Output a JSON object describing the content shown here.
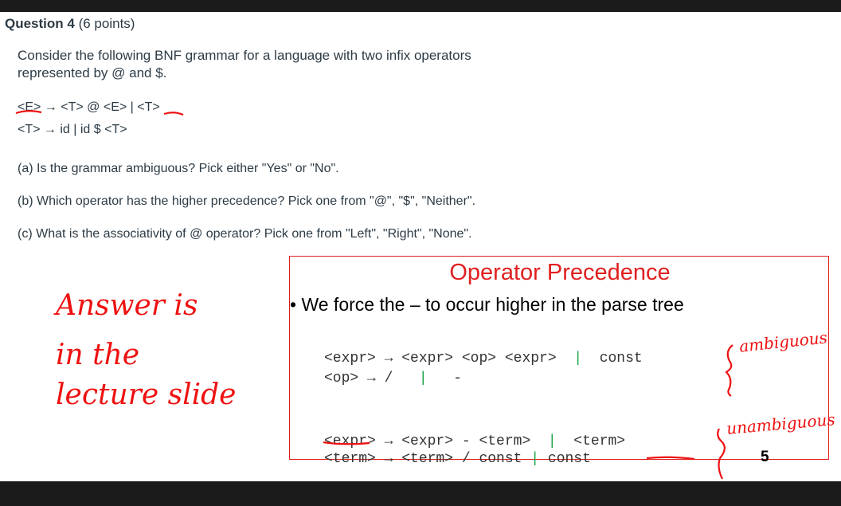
{
  "question": {
    "title": "Question 4",
    "points": "(6 points)",
    "intro_line1": "Consider the following BNF grammar for a language with two infix operators",
    "intro_line2": "represented by @ and $.",
    "grammar_line1": "<E> → <T> @ <E> | <T>",
    "grammar_line2": "<T> → id | id $ <T>",
    "part_a": "(a)  Is the grammar ambiguous?  Pick either \"Yes\" or \"No\".",
    "part_b": "(b)  Which operator has the higher precedence?  Pick one from \"@\", \"$\", \"Neither\".",
    "part_c": "(c)  What is the associativity of @ operator?  Pick one from \"Left\", \"Right\", \"None\"."
  },
  "slide": {
    "title": "Operator Precedence",
    "bullet": "We force the – to occur higher in the parse tree",
    "ambiguous": {
      "line1_lhs": "<expr>",
      "line1_rhs": "→ <expr> <op> <expr>",
      "line1_sep": "|",
      "line1_alt": "const",
      "line2_lhs": "<op>",
      "line2_rhs": "→ /",
      "line2_sep": "|",
      "line2_alt": "-"
    },
    "unambiguous": {
      "line1_lhs": "<expr>",
      "line1_rhs": "→ <expr> - <term>",
      "line1_sep": "|",
      "line1_alt": "<term>",
      "line2_lhs": "<term>",
      "line2_rhs": "→ <term> / const",
      "line2_sep": "|",
      "line2_alt": "const"
    },
    "page_number": "5"
  },
  "annotations": {
    "answer_line1": "Answer is",
    "answer_line2": "in the",
    "answer_line3": "lecture slide",
    "ambiguous_note": "ambiguous",
    "unambiguous_note": "unambiguous"
  },
  "colors": {
    "annotation_ink": "#ee1111",
    "slide_border": "#e02020",
    "separator_green": "#1aa345",
    "background": "#1b1b1b"
  }
}
